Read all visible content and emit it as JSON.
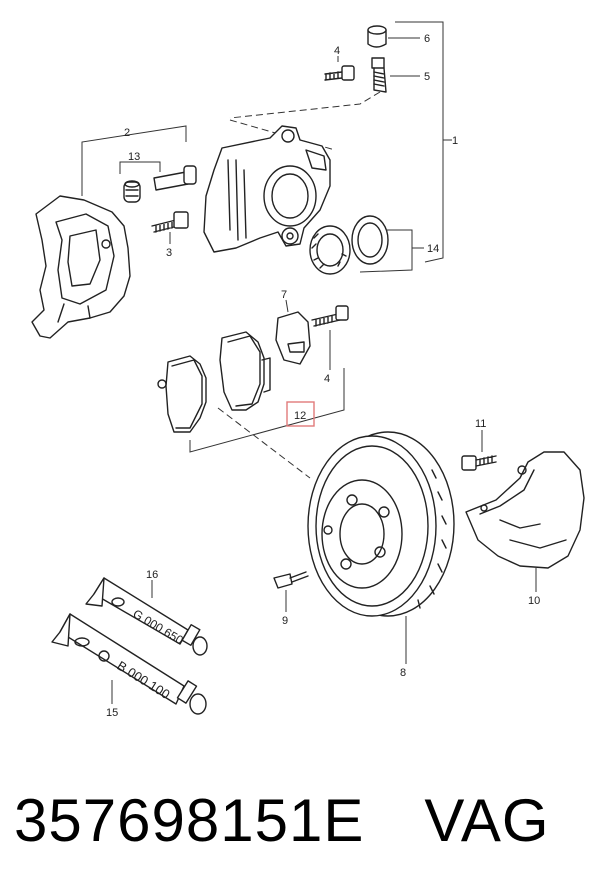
{
  "diagram": {
    "callouts": {
      "c1": "1",
      "c2": "2",
      "c3": "3",
      "c4a": "4",
      "c4b": "4",
      "c5": "5",
      "c6": "6",
      "c7": "7",
      "c8": "8",
      "c9": "9",
      "c10": "10",
      "c11": "11",
      "c12": "12",
      "c13": "13",
      "c14": "14",
      "c15": "15",
      "c16": "16"
    },
    "tube_labels": {
      "g_tube": "G 000 650",
      "b_tube": "B 000 100"
    },
    "highlight_color": "#e07a7a"
  },
  "footer": {
    "part_number": "357698151E",
    "brand": "VAG"
  }
}
